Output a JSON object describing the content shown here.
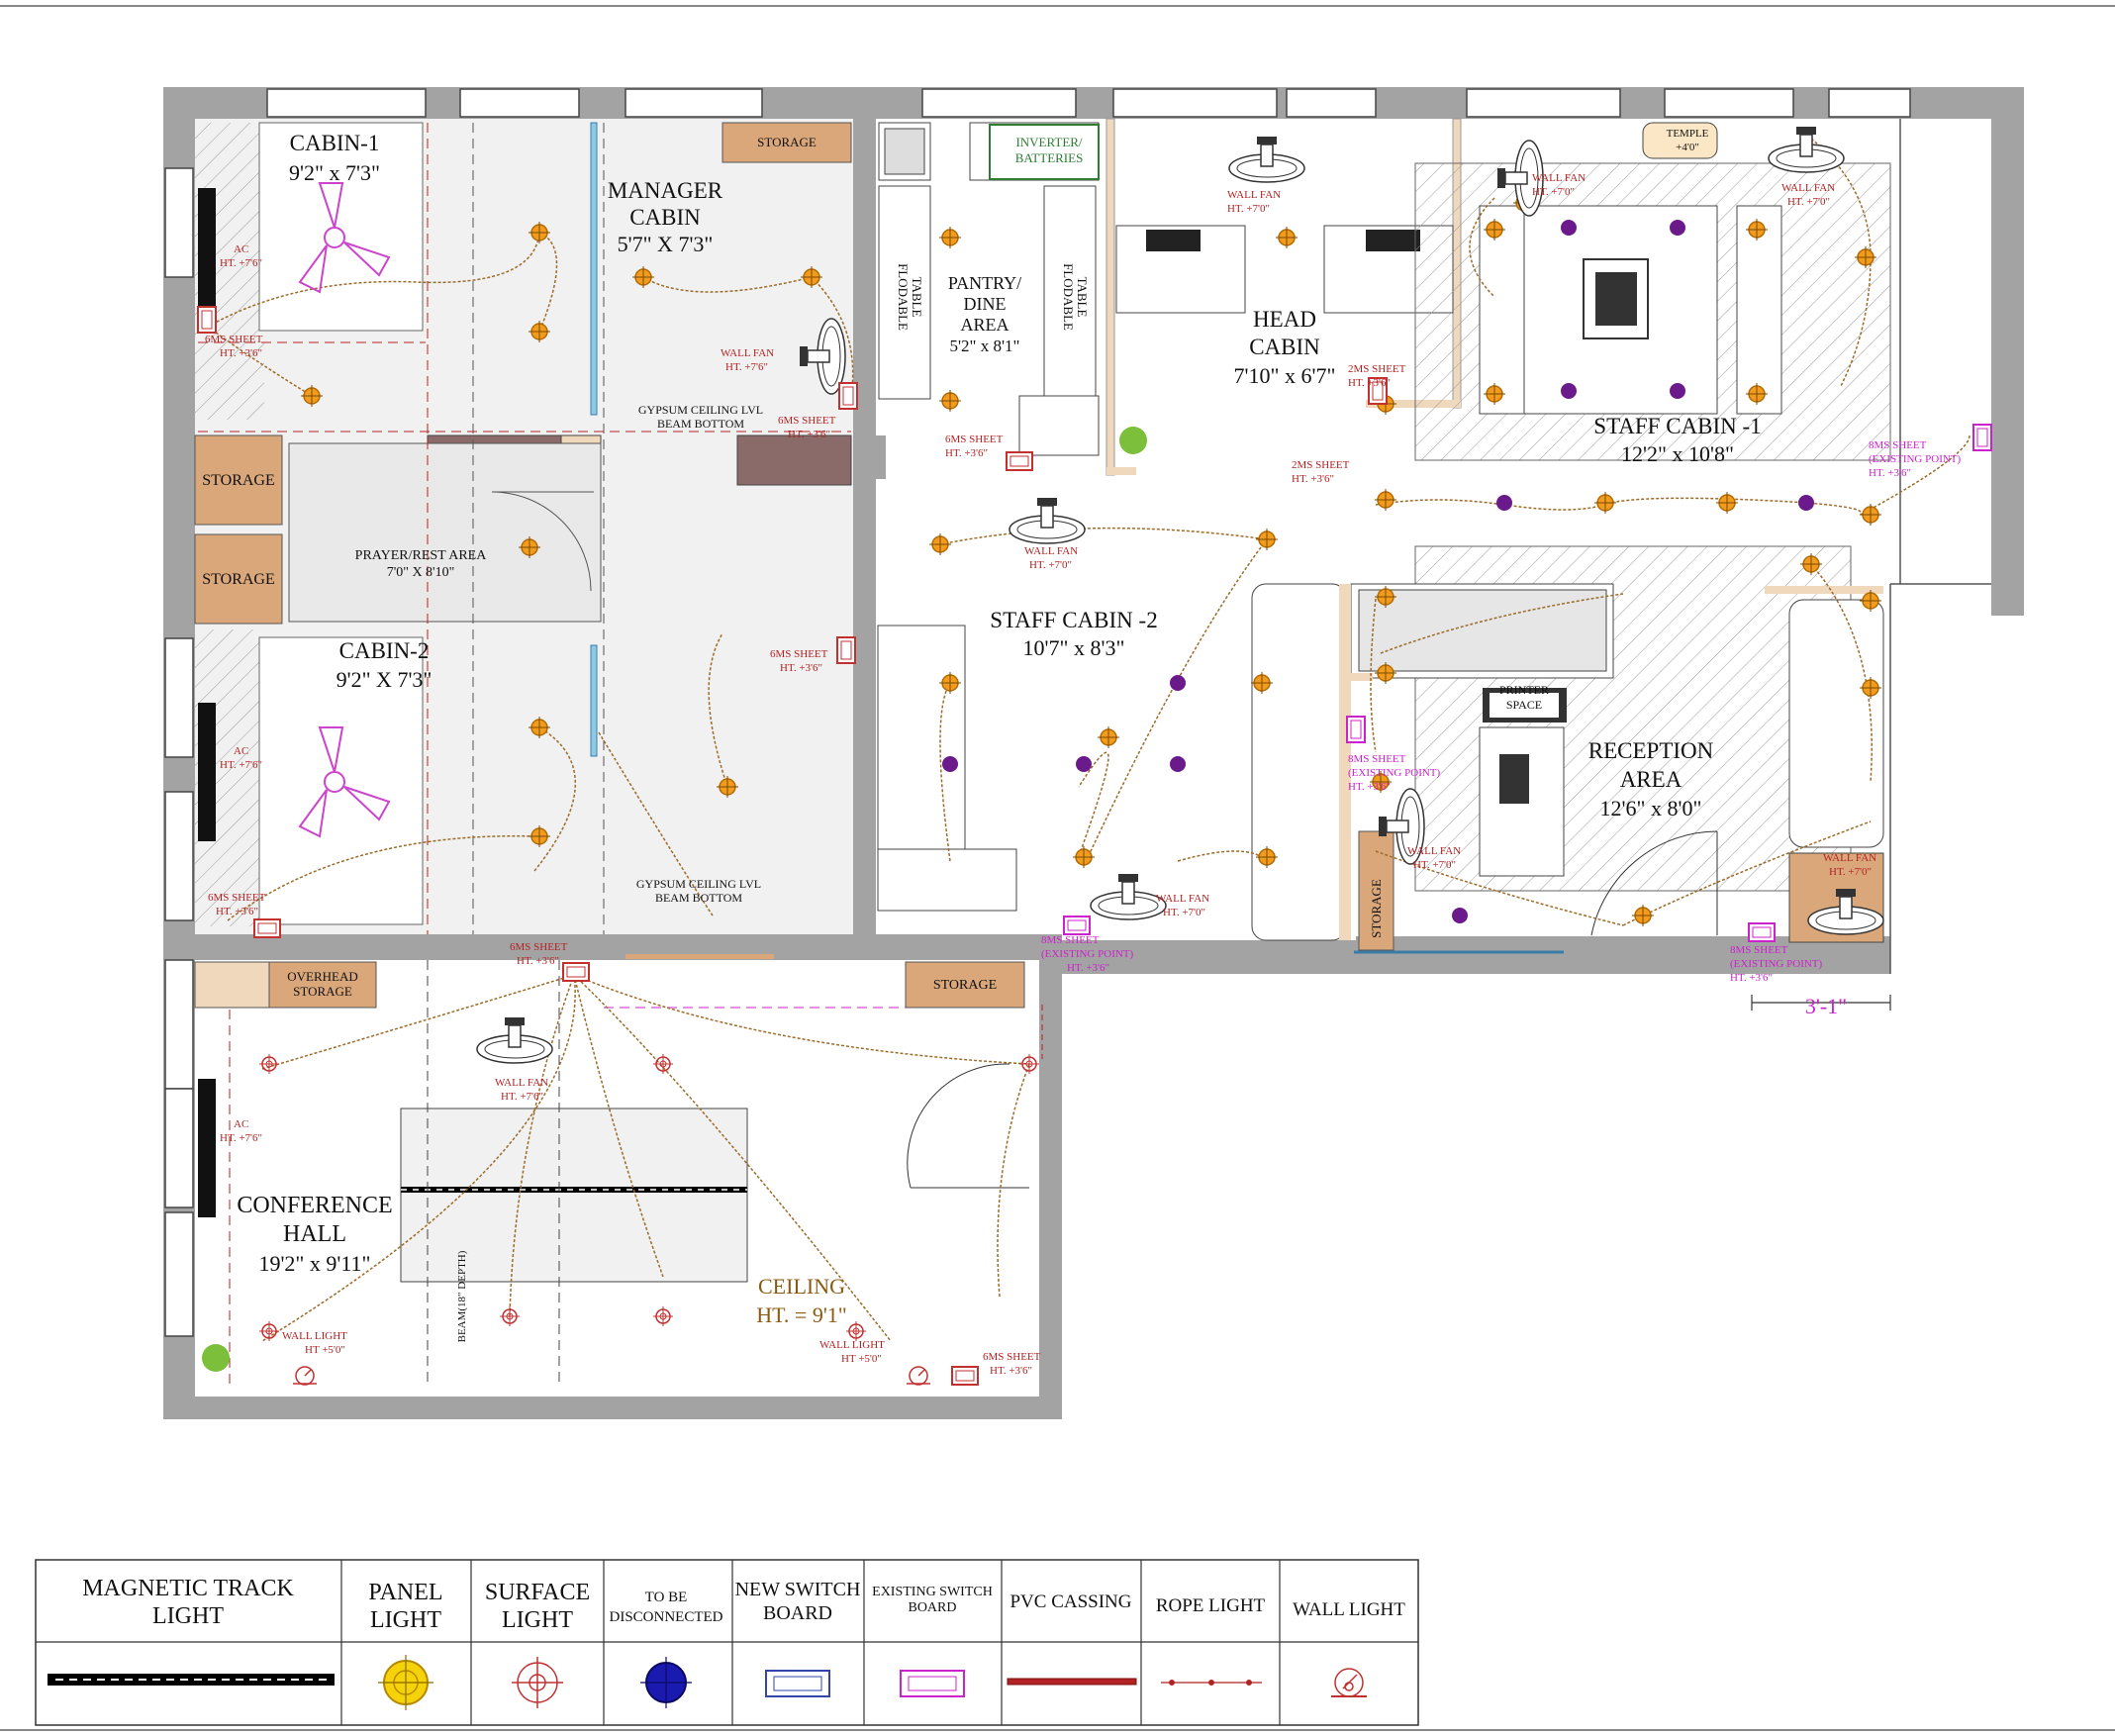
{
  "rooms": [
    {
      "key": "cabin1",
      "name": "CABIN-1",
      "dim": "9'2\" x 7'3\""
    },
    {
      "key": "manager",
      "name1": "MANAGER",
      "name2": "CABIN",
      "dim": "5'7\" X 7'3\""
    },
    {
      "key": "pantry",
      "name1": "PANTRY/",
      "name2": "DINE",
      "name3": "AREA",
      "dim": "5'2\" x 8'1\""
    },
    {
      "key": "head",
      "name1": "HEAD",
      "name2": "CABIN",
      "dim": "7'10\" x 6'7\""
    },
    {
      "key": "staff1",
      "name": "STAFF CABIN -1",
      "dim": "12'2\" x 10'8\""
    },
    {
      "key": "prayer",
      "name": "PRAYER/REST AREA",
      "dim": "7'0\" X 8'10\""
    },
    {
      "key": "cabin2",
      "name": "CABIN-2",
      "dim": "9'2\" X 7'3\""
    },
    {
      "key": "staff2",
      "name": "STAFF CABIN -2",
      "dim": "10'7\" x 8'3\""
    },
    {
      "key": "reception",
      "name1": "RECEPTION",
      "name2": "AREA",
      "dim": "12'6\" x 8'0\""
    },
    {
      "key": "conference",
      "name1": "CONFERENCE",
      "name2": "HALL",
      "dim": "19'2\" x 9'11\""
    }
  ],
  "labels": {
    "storage": "STORAGE",
    "overhead1": "OVERHEAD",
    "overhead2": "STORAGE",
    "gypsum1": "GYPSUM CEILING LVL",
    "gypsum2": "BEAM BOTTOM",
    "inverter1": "INVERTER/",
    "inverter2": "BATTERIES",
    "flodable": "FLODABLE",
    "table": "TABLE",
    "temple": "TEMPLE",
    "temple_ht": "+4'0\"",
    "printer1": "PRINTER",
    "printer2": "SPACE",
    "beam": "BEAM(18\" DEPTH)",
    "ceiling1": "CEILING",
    "ceiling2": "HT. = 9'1\"",
    "dimension": "3'-1\""
  },
  "annotations": {
    "ac": "AC",
    "ac_ht": "HT. +7'6\"",
    "wall_fan": "WALL FAN",
    "ht_70": "HT. +7'0\"",
    "ht_76": "HT. +7'6\"",
    "wall_light": "WALL LIGHT",
    "ht_50": "HT +5'0\"",
    "sheet6": "6MS SHEET",
    "sheet8": "8MS SHEET",
    "sheet2": "2MS SHEET",
    "ht_36": "HT. +3'6\"",
    "existing": "(EXISTING POINT)"
  },
  "legend": [
    {
      "label1": "MAGNETIC TRACK",
      "label2": "LIGHT",
      "icon": "magnetic-track-icon"
    },
    {
      "label1": "PANEL",
      "label2": "LIGHT",
      "icon": "panel-light-icon"
    },
    {
      "label1": "SURFACE",
      "label2": "LIGHT",
      "icon": "surface-light-icon"
    },
    {
      "label1": "TO BE",
      "label2": "DISCONNECTED",
      "icon": "disconnected-icon"
    },
    {
      "label1": "NEW SWITCH",
      "label2": "BOARD",
      "icon": "new-switch-board-icon"
    },
    {
      "label1": "EXISTING  SWITCH",
      "label2": "BOARD",
      "icon": "existing-switch-board-icon"
    },
    {
      "label1": "PVC CASSING",
      "label2": "",
      "icon": "pvc-casing-icon"
    },
    {
      "label1": "ROPE LIGHT",
      "label2": "",
      "icon": "rope-light-icon"
    },
    {
      "label1": "WALL LIGHT",
      "label2": "",
      "icon": "wall-light-icon"
    }
  ],
  "colors": {
    "wall": "#a3a3a3",
    "storage": "#d9a77a",
    "wiring": "#9c6b2a",
    "panel_light": "#f29c1f",
    "disconnect": "#6b1a8c",
    "annotation": "#b22222",
    "existing": "#cc22cc"
  }
}
